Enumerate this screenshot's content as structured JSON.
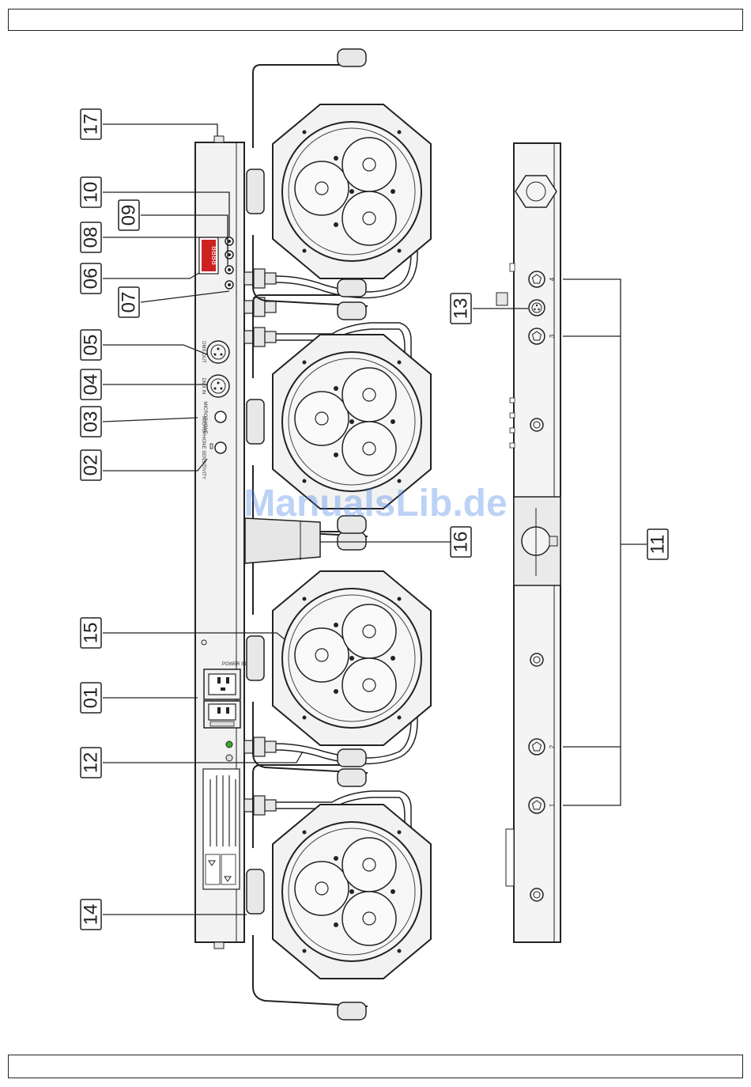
{
  "callouts": [
    {
      "id": "17",
      "label": "17"
    },
    {
      "id": "10",
      "label": "10"
    },
    {
      "id": "09",
      "label": "09"
    },
    {
      "id": "08",
      "label": "08"
    },
    {
      "id": "06",
      "label": "06"
    },
    {
      "id": "07",
      "label": "07"
    },
    {
      "id": "05",
      "label": "05"
    },
    {
      "id": "04",
      "label": "04"
    },
    {
      "id": "03",
      "label": "03"
    },
    {
      "id": "02",
      "label": "02"
    },
    {
      "id": "15",
      "label": "15"
    },
    {
      "id": "01",
      "label": "01"
    },
    {
      "id": "12",
      "label": "12"
    },
    {
      "id": "14",
      "label": "14"
    },
    {
      "id": "16",
      "label": "16"
    },
    {
      "id": "13",
      "label": "13"
    },
    {
      "id": "11",
      "label": "11"
    }
  ],
  "panel_labels": {
    "dmx_out": "DMX OUT",
    "dmx_in": "DMX IN",
    "microphone": "MICROPHONE",
    "mic_sensitivity": "MICROPHONE SENSITIVITY",
    "power_in": "POWER IN",
    "display": "8888"
  },
  "socket_numbers": [
    "1",
    "2",
    "3",
    "4"
  ],
  "watermark": "ManualsLib.de",
  "colors": {
    "line": "#222222",
    "fill": "#eeeeee",
    "led": "#d8d8d8",
    "display": "#cc2222",
    "watermark": "#3f7fe6"
  }
}
